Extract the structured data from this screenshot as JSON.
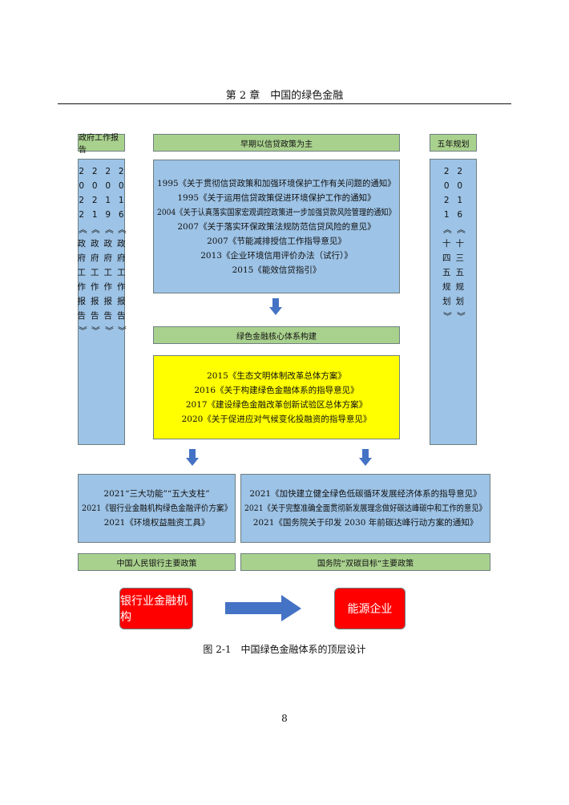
{
  "header": {
    "chapter_title": "第 2 章　中国的绿色金融"
  },
  "figure": {
    "left_header": "政府工作报告",
    "center_header": "早期以信贷政策为主",
    "right_header": "五年规划",
    "left_columns": [
      [
        "2",
        "0",
        "2",
        "2",
        "《",
        "政",
        "府",
        "工",
        "作",
        "报",
        "告",
        "》"
      ],
      [
        "2",
        "0",
        "2",
        "1",
        "《",
        "政",
        "府",
        "工",
        "作",
        "报",
        "告",
        "》"
      ],
      [
        "2",
        "0",
        "1",
        "9",
        "《",
        "政",
        "府",
        "工",
        "作",
        "报",
        "告",
        "》"
      ],
      [
        "2",
        "0",
        "1",
        "6",
        "《",
        "政",
        "府",
        "工",
        "作",
        "报",
        "告",
        "》"
      ]
    ],
    "right_columns": [
      [
        "2",
        "0",
        "2",
        "1",
        "《",
        "十",
        "四",
        "五",
        "规",
        "划",
        "》"
      ],
      [
        "2",
        "0",
        "1",
        "6",
        "《",
        "十",
        "三",
        "五",
        "规",
        "划",
        "》"
      ]
    ],
    "early_policies": [
      "1995《关于贯彻信贷政策和加强环境保护工作有关问题的通知》",
      "1995《关于运用信贷政策促进环境保护工作的通知》",
      "2004《关于认真落实国家宏观调控政策进一步加强贷款风险管理的通知》",
      "2007《关于落实环保政策法规防范信贷风险的意见》",
      "2007《节能减排授信工作指导意见》",
      "2013《企业环境信用评价办法（试行）》",
      "2015《能效信贷指引》"
    ],
    "core_header": "绿色金融核心体系构建",
    "core_policies": [
      "2015《生态文明体制改革总体方案》",
      "2016《关于构建绿色金融体系的指导意见》",
      "2017《建设绿色金融改革创新试验区总体方案》",
      "2020《关于促进应对气候变化投融资的指导意见》"
    ],
    "pboc_policies": [
      "2021“三大功能”“五大支柱”",
      "2021《银行业金融机构绿色金融评价方案》",
      "2021《环境权益融资工具》"
    ],
    "state_policies": [
      "2021《加快建立健全绿色低碳循环发展经济体系的指导意见》",
      "2021《关于完整准确全面贯彻新发展理念做好碳达峰碳中和工作的意见》",
      "2021《国务院关于印发 2030 年前碳达峰行动方案的通知》"
    ],
    "pboc_label": "中国人民银行主要政策",
    "state_label": "国务院“双碳目标”主要政策",
    "bank_box": "银行业金融机构",
    "energy_box": "能源企业"
  },
  "caption": "图 2-1　中国绿色金融体系的顶层设计",
  "page_number": "8",
  "colors": {
    "green": "#a9d18e",
    "blue": "#9dc3e6",
    "yellow": "#ffff00",
    "red": "#ff0000",
    "arrow": "#4472c4"
  }
}
